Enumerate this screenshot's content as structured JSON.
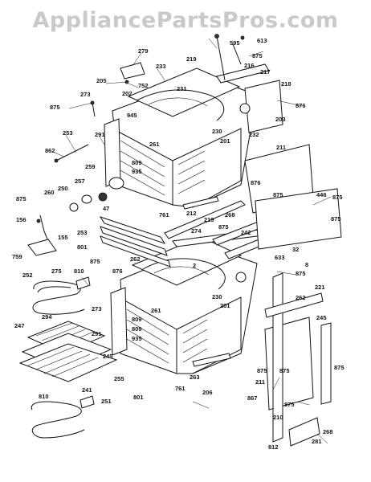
{
  "watermark": "AppliancePartsPros.com",
  "part_labels": [
    "279",
    "233",
    "205",
    "752",
    "202",
    "945",
    "273",
    "875",
    "253",
    "862",
    "291",
    "261",
    "809",
    "935",
    "259",
    "257",
    "260",
    "250",
    "875",
    "156",
    "155",
    "759",
    "275",
    "47",
    "253",
    "801",
    "761",
    "274",
    "262",
    "875",
    "876",
    "2",
    "252",
    "810",
    "273",
    "291",
    "261",
    "809",
    "935",
    "294",
    "247",
    "245",
    "241",
    "255",
    "251",
    "810",
    "801",
    "761",
    "263",
    "206",
    "809",
    "219",
    "595",
    "613",
    "875",
    "216",
    "217",
    "218",
    "876",
    "203",
    "231",
    "230",
    "201",
    "232",
    "211",
    "876",
    "875",
    "212",
    "268",
    "446",
    "875",
    "219",
    "875",
    "242",
    "633",
    "32",
    "8",
    "875",
    "230",
    "201",
    "221",
    "262",
    "245",
    "875",
    "875",
    "875",
    "211",
    "867",
    "875",
    "210",
    "812",
    "281",
    "268",
    "875"
  ]
}
